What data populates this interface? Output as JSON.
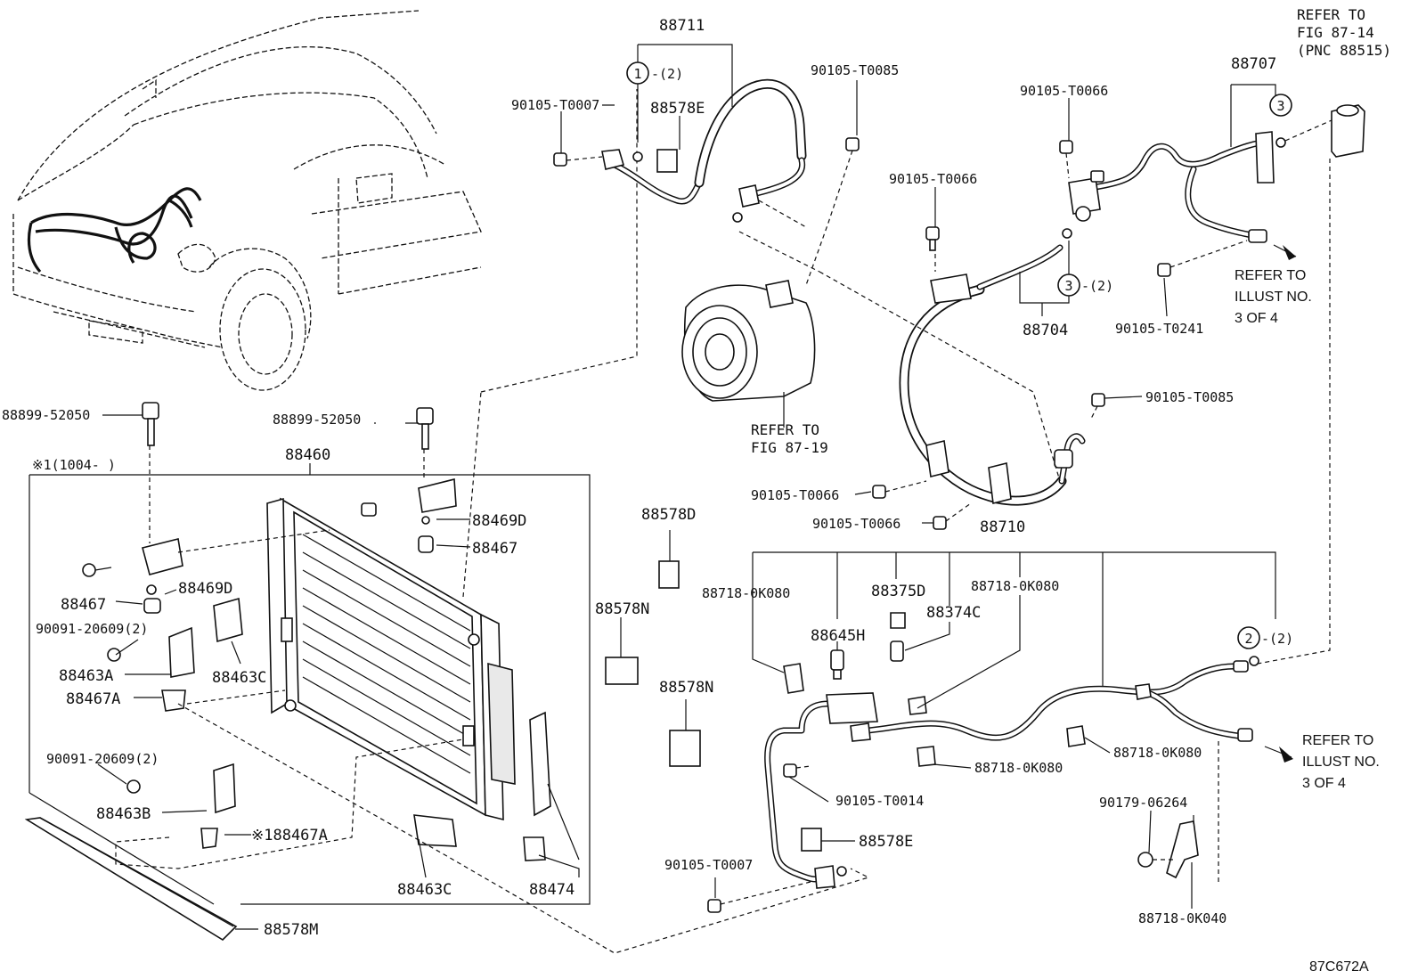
{
  "figure_code": "87C672A",
  "labels": {
    "p88711": "88711",
    "p90105_T0007_top": "90105-T0007",
    "p88578E_top": "88578E",
    "p90105_T0085_top": "90105-T0085",
    "p90105_T0066_a": "90105-T0066",
    "p90105_T0066_b": "90105-T0066",
    "p88707": "88707",
    "p88704": "88704",
    "p90105_T0241": "90105-T0241",
    "p90105_T0085_mid": "90105-T0085",
    "p90105_T0066_c": "90105-T0066",
    "p90105_T0066_d": "90105-T0066",
    "p88899_left": "88899-52050",
    "p88899_right": "88899-52050",
    "p88460": "88460",
    "p88469D_right": "88469D",
    "p88467_right": "88467",
    "p88467_left": "88467",
    "p88469D_left": "88469D",
    "p90091_a": "90091-20609(2)",
    "p88463A": "88463A",
    "p88463C_a": "88463C",
    "p88467A": "88467A",
    "p90091_b": "90091-20609(2)",
    "p88463B": "88463B",
    "p88467A_note": "※188467A",
    "p88463C_b": "88463C",
    "p88474": "88474",
    "p88578M": "88578M",
    "p88578D": "88578D",
    "p88578N_a": "88578N",
    "p88578N_b": "88578N",
    "p88710": "88710",
    "p88718_0K080_a": "88718-0K080",
    "p88375D": "88375D",
    "p88718_0K080_b": "88718-0K080",
    "p88645H": "88645H",
    "p88374C": "88374C",
    "p88718_0K080_c": "88718-0K080",
    "p88718_0K080_d": "88718-0K080",
    "p90105_T0014": "90105-T0014",
    "p88578E_bot": "88578E",
    "p90105_T0007_bot": "90105-T0007",
    "p90179_06264": "90179-06264",
    "p88718_0K040": "88718-0K040"
  },
  "callouts": {
    "c1": "1",
    "c1_qty": "-(2)",
    "c2": "2",
    "c2_qty": "-(2)",
    "c3_top": "3",
    "c3_mid": "3",
    "c3_mid_qty": "-(2)"
  },
  "notes": {
    "applicability": "※1(1004-    )",
    "refer_fig_8714_l1": "REFER TO",
    "refer_fig_8714_l2": "FIG 87-14",
    "refer_fig_8714_l3": "(PNC 88515)",
    "refer_fig_8719_l1": "REFER TO",
    "refer_fig_8719_l2": "FIG 87-19",
    "refer_illust_a_l1": "REFER TO",
    "refer_illust_a_l2": "ILLUST NO.",
    "refer_illust_a_l3": "3 OF 4",
    "refer_illust_b_l1": "REFER TO",
    "refer_illust_b_l2": "ILLUST NO.",
    "refer_illust_b_l3": "3 OF 4"
  }
}
